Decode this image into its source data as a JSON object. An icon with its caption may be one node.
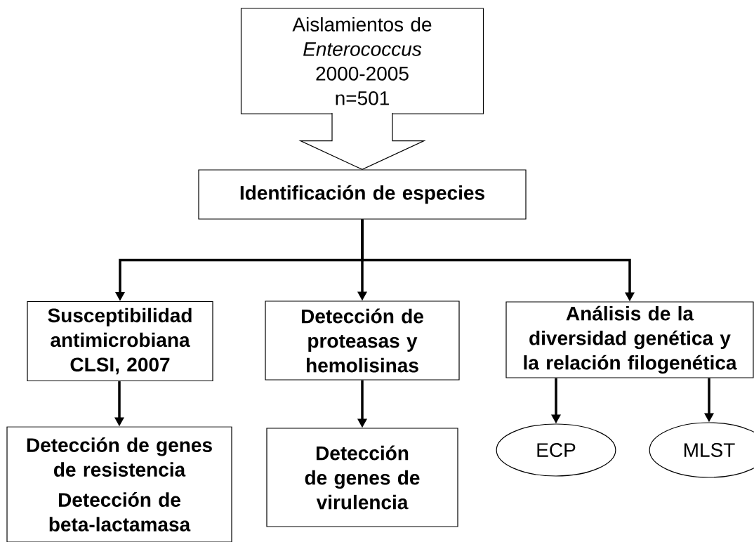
{
  "diagram": {
    "nodes": [
      {
        "text": [
          "Aislamientos de *Enterococcus* 2000-2005 n=501"
        ]
      },
      {
        "text": [
          "Identificación de especies"
        ]
      },
      {
        "text": [
          "Susceptibilidad antimicrobiana CLSI, 2007"
        ]
      },
      {
        "text": [
          "Detección de proteasas y hemolisinas"
        ]
      },
      {
        "text": [
          "Análisis de la diversidad genética y la relación filogenética"
        ]
      },
      {
        "text": [
          "Detección de genes de resistencia",
          "Detección de beta-lactamasa"
        ]
      },
      {
        "text": [
          "Detección de genes de virulencia"
        ]
      },
      {
        "text": [
          "ECP"
        ]
      },
      {
        "text": [
          "MLST"
        ]
      }
    ],
    "edges": [
      {
        "from": 0,
        "to": 1,
        "arrow": "to"
      },
      {
        "from": 1,
        "to": 2,
        "arrow": "to"
      },
      {
        "from": 1,
        "to": 3,
        "arrow": "to"
      },
      {
        "from": 1,
        "to": 4,
        "arrow": "to"
      },
      {
        "from": 2,
        "to": 5,
        "arrow": "to"
      },
      {
        "from": 3,
        "to": 6,
        "arrow": "to"
      },
      {
        "from": 4,
        "to": 7,
        "arrow": "to"
      },
      {
        "from": 4,
        "to": 8,
        "arrow": "to"
      }
    ]
  }
}
